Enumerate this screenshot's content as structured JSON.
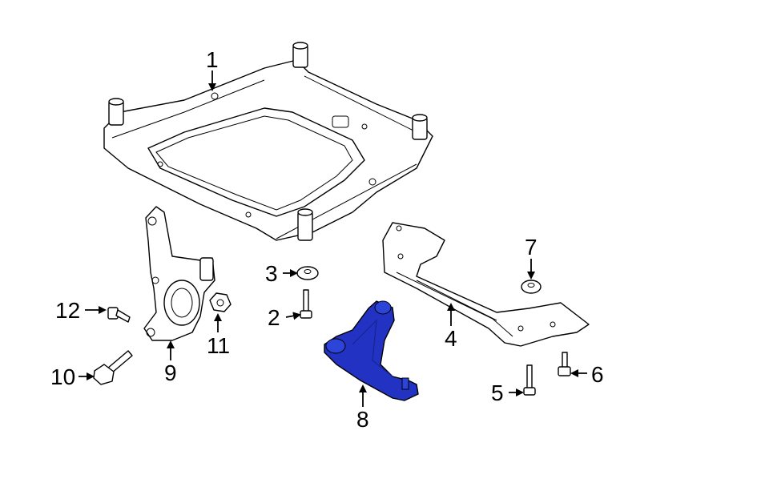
{
  "callouts": [
    {
      "id": "1",
      "label": "1"
    },
    {
      "id": "2",
      "label": "2"
    },
    {
      "id": "3",
      "label": "3"
    },
    {
      "id": "4",
      "label": "4"
    },
    {
      "id": "5",
      "label": "5"
    },
    {
      "id": "6",
      "label": "6"
    },
    {
      "id": "7",
      "label": "7"
    },
    {
      "id": "8",
      "label": "8"
    },
    {
      "id": "9",
      "label": "9"
    },
    {
      "id": "10",
      "label": "10"
    },
    {
      "id": "11",
      "label": "11"
    },
    {
      "id": "12",
      "label": "12"
    }
  ],
  "colors": {
    "line": "#000000",
    "background": "#ffffff",
    "highlight": "#2233c4"
  },
  "highlighted_part": "8"
}
